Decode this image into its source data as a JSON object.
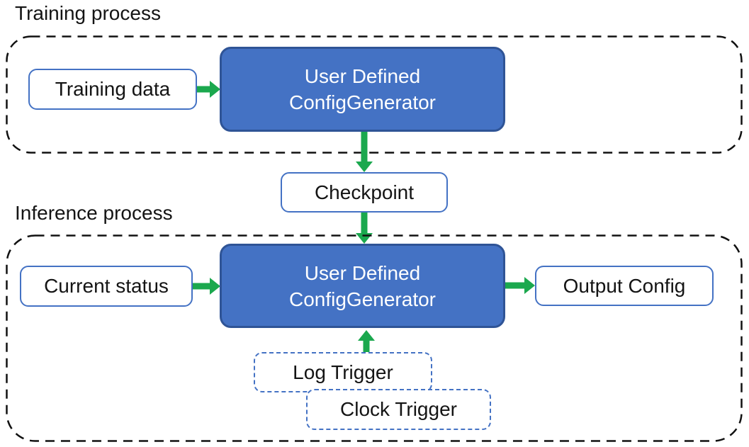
{
  "colors": {
    "node_fill_blue": "#4472C4",
    "node_border_blue_dark": "#2F5496",
    "arrow_green": "#1BA84E",
    "text": "#141414",
    "light_node_border": "#4472C4"
  },
  "training": {
    "label": "Training process",
    "input_label": "Training data",
    "generator_line1": "User Defined",
    "generator_line2": "ConfigGenerator"
  },
  "checkpoint": {
    "label": "Checkpoint"
  },
  "inference": {
    "label": "Inference process",
    "input_label": "Current status",
    "generator_line1": "User Defined",
    "generator_line2": "ConfigGenerator",
    "output_label": "Output Config",
    "triggers": [
      "Log Trigger",
      "Clock Trigger"
    ]
  }
}
